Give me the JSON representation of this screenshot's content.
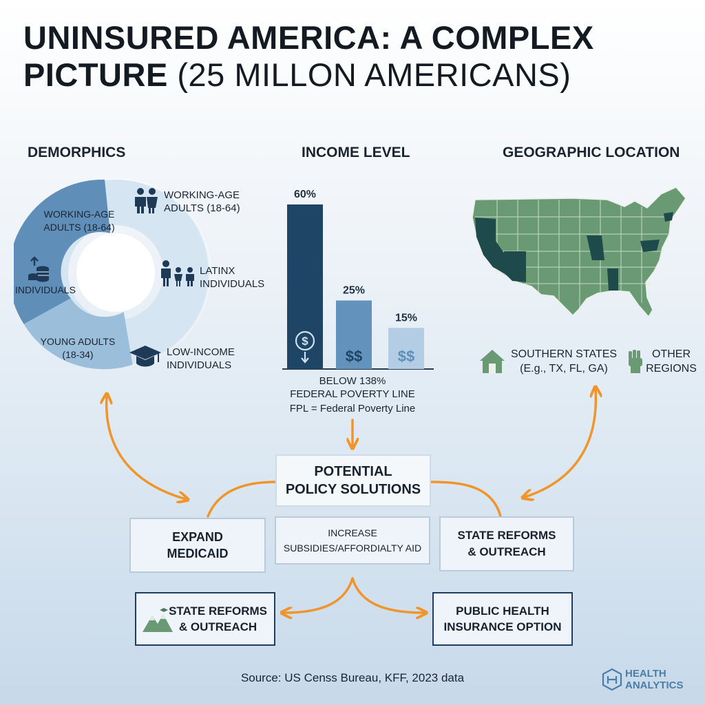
{
  "title": {
    "main": "UNINSURED AMERICA: A COMPLEX",
    "line2": "PICTURE",
    "sub": "(25 MILLON AMERICANS)"
  },
  "sections": {
    "demographics": "DEMORPHICS",
    "income": "INCOME LEVEL",
    "geo": "GEOGRAPHIC LOCATION"
  },
  "donut": {
    "inner_labels": {
      "working": "WORKING-AGE\nADULTS (18-64)",
      "individuals": "INDIVIDUALS",
      "young": "YOUNG ADULTS\n(18-34)"
    },
    "legend": [
      {
        "icon": "family-icon",
        "text": "WORKING-AGE\nADULTS (18-64)"
      },
      {
        "icon": "family-children-icon",
        "text": "LATINX\nINDIVIDUALS"
      },
      {
        "icon": "graduation-cap-icon",
        "text": "LOW-INCOME\nINDIVIDUALS"
      }
    ]
  },
  "chart_data": {
    "type": "bar",
    "title": "INCOME LEVEL",
    "categories": [
      "BELOW 138%",
      "",
      ""
    ],
    "values": [
      60,
      25,
      15
    ],
    "value_labels": [
      "60%",
      "25%",
      "15%"
    ],
    "ylim": [
      0,
      60
    ],
    "colors": [
      "#1e4566",
      "#6393bd",
      "#b3cde4"
    ],
    "xlabel": "BELOW 138%\nFEDERAL POVERTY LINE",
    "note": "FPL = Federal Poverty Line"
  },
  "map": {
    "legend": [
      {
        "icon": "house-icon",
        "text": "SOUTHERN STATES\n(E.g., TX, FL, GA)"
      },
      {
        "icon": "fist-icon",
        "text": "OTHER\nREGIONS"
      }
    ]
  },
  "policy": {
    "center": "POTENTIAL\nPOLICY SOLUTIONS",
    "expand": "EXPAND\nMEDICAID",
    "subsidies": "INCREASE\nSUBSIDIES/AFFORDIALTY AID",
    "state_top": "STATE REFORMS\n& OUTREACH",
    "state_bottom": "STATE REFORMS\n& OUTREACH",
    "public": "PUBLIC HEALTH\nINSURANCE OPTION"
  },
  "source": "Source: US Censs Bureau, KFF, 2023 data",
  "brand": {
    "line1": "HEALTH",
    "line2": "ANALYTICS"
  },
  "colors": {
    "orange": "#f0952a",
    "dark": "#1e4566",
    "mid": "#6393bd",
    "light": "#b3cde4",
    "map_green": "#6a9a74",
    "map_dark": "#1f4a4c"
  }
}
